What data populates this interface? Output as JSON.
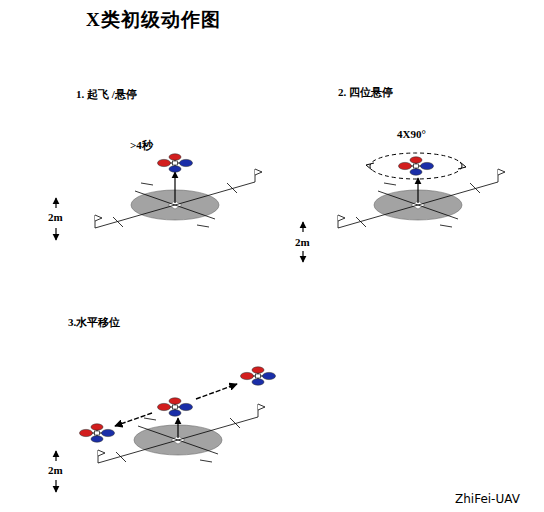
{
  "diagram": {
    "title": "X类初级动作图",
    "labels": [
      "1. 起飞 /悬停",
      ">4秒",
      "2m",
      "2. 四位悬停",
      "4X90°",
      "2m",
      "3.水平移位",
      "2m",
      "ZhiFei-UAV"
    ]
  }
}
